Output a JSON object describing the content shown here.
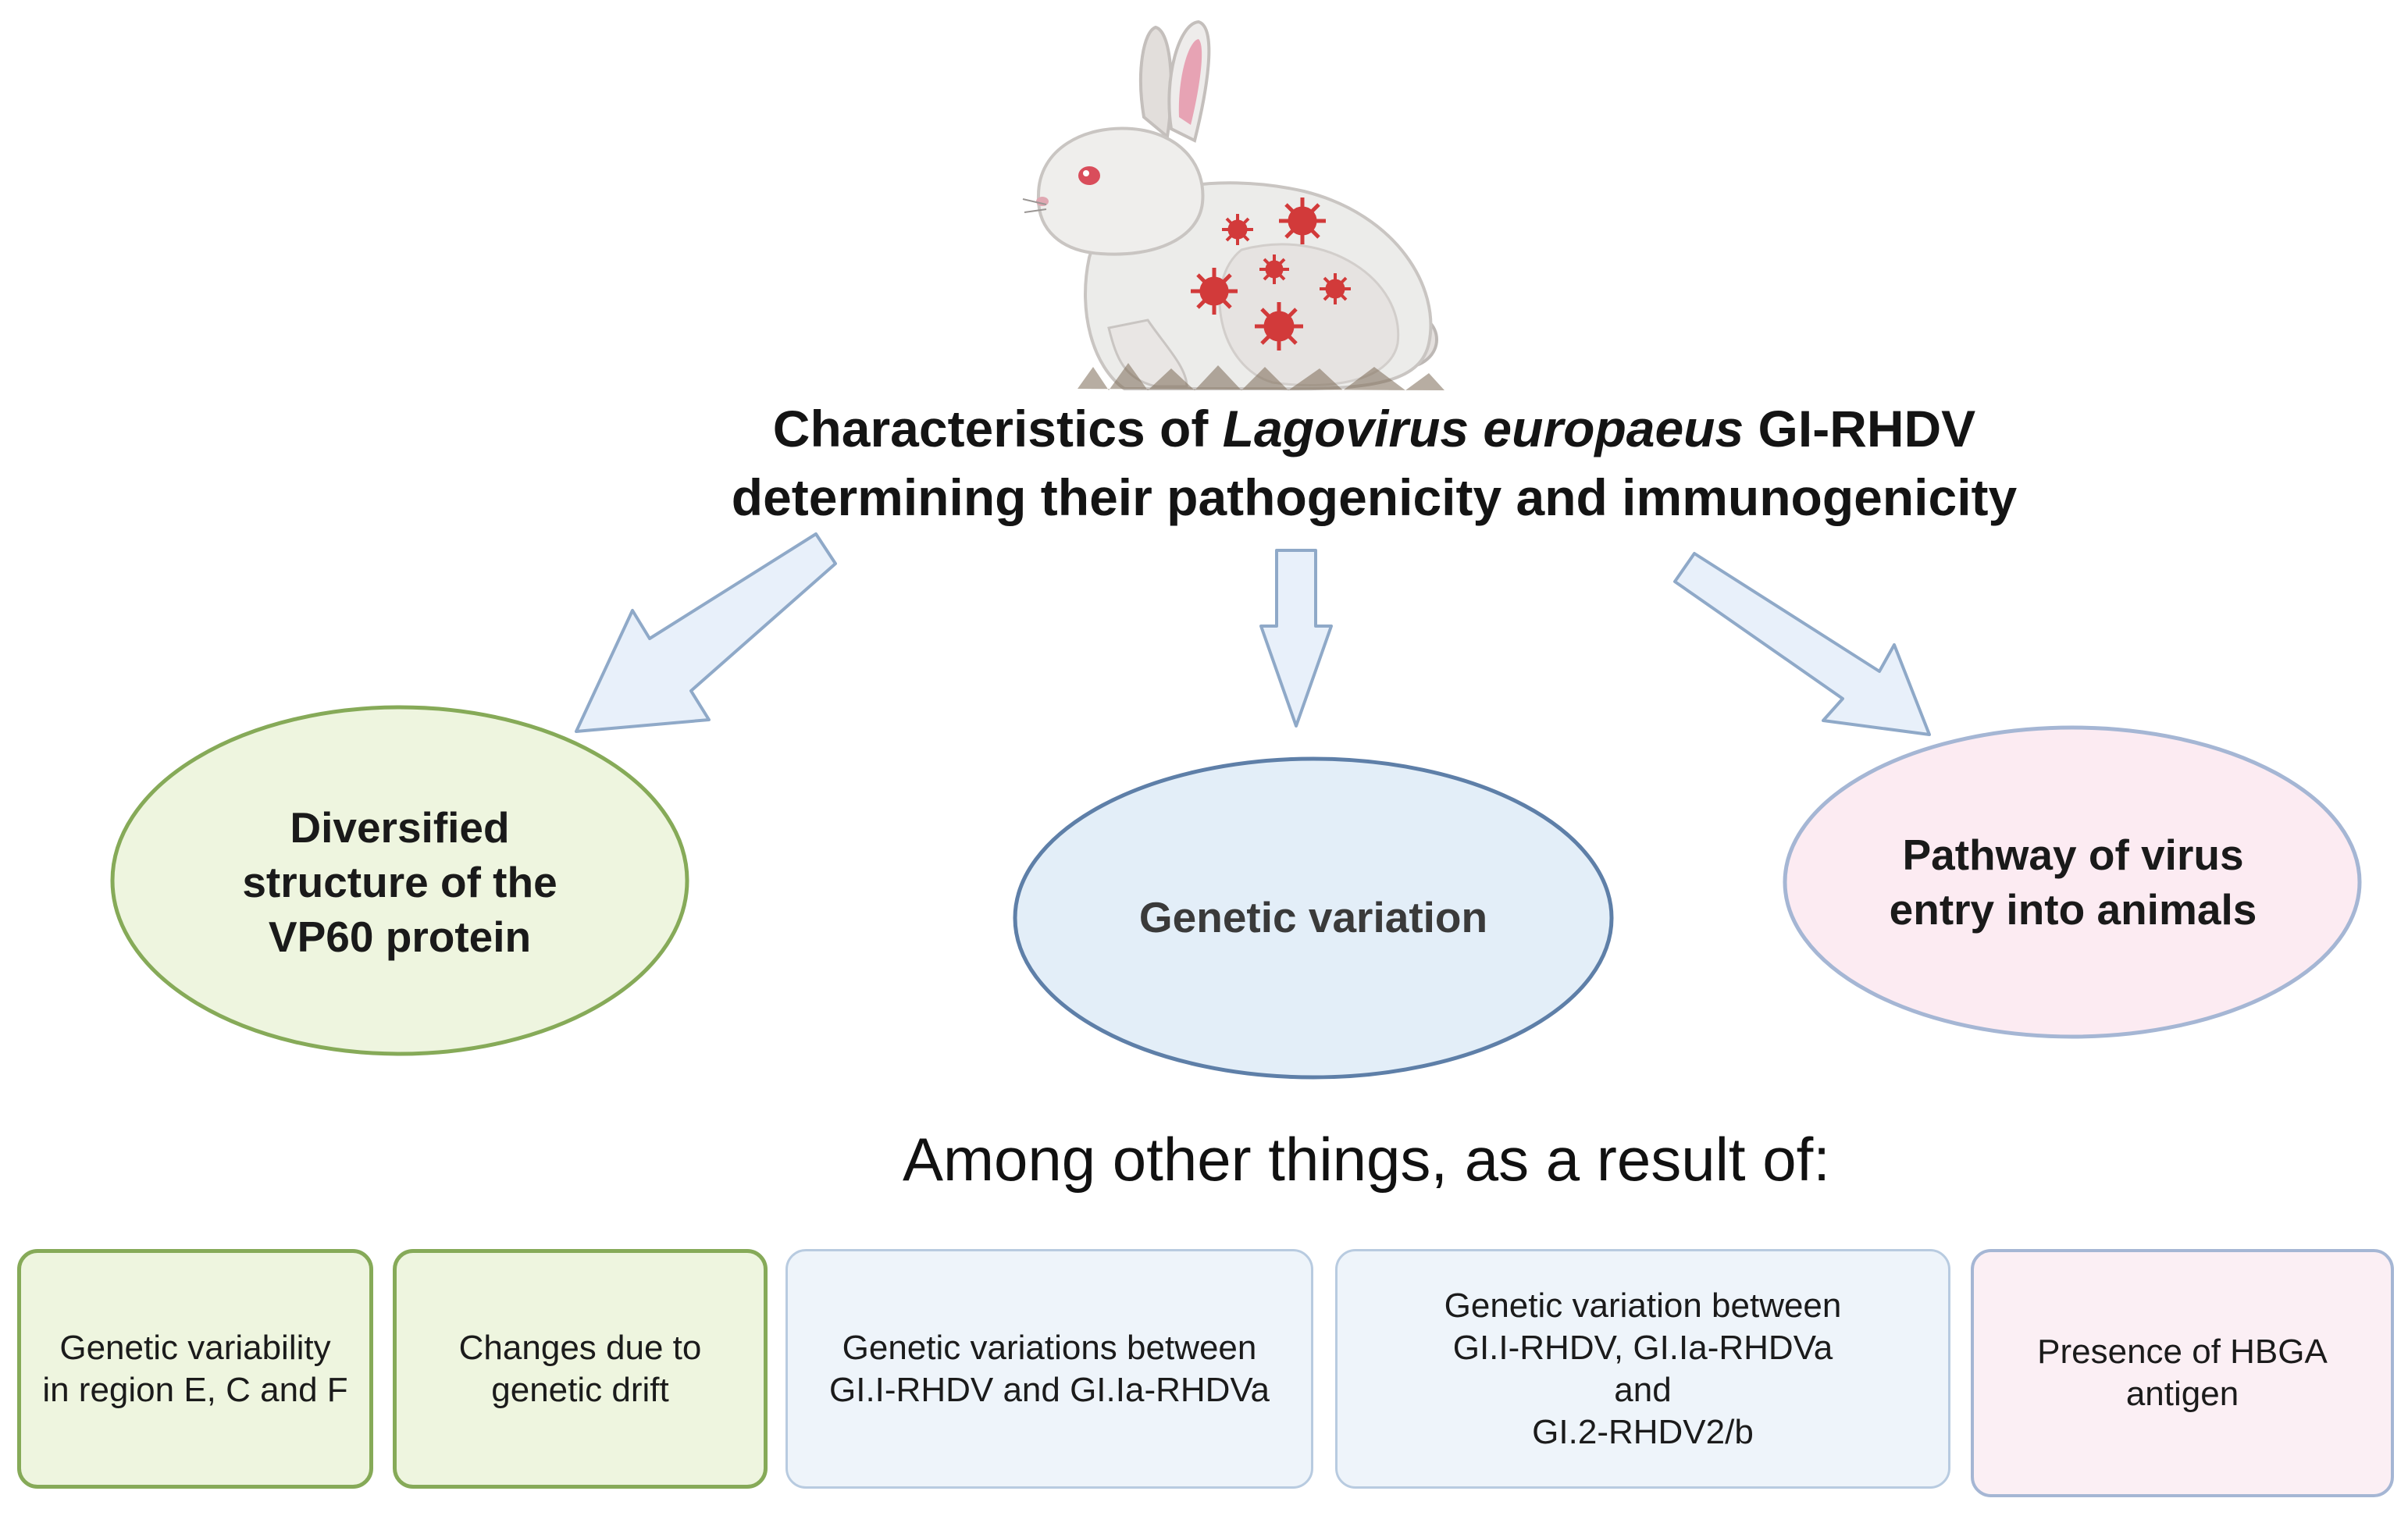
{
  "title": {
    "prefix": "Characteristics of ",
    "italic": "Lagovirus europaeus",
    "suffix": " GI-RHDV",
    "line2": "determining their pathogenicity and immunogenicity"
  },
  "categories": [
    {
      "label": "Diversified structure of the VP60 protein",
      "color": "#eef5df"
    },
    {
      "label": "Genetic variation",
      "color": "#e3eef8"
    },
    {
      "label": "Pathway of virus entry into animals",
      "color": "#fcebf2"
    }
  ],
  "subheading": "Among other things, as a result of:",
  "boxes": [
    {
      "lines": [
        "Genetic variability",
        "in region E, C and F"
      ]
    },
    {
      "lines": [
        "Changes due to",
        "genetic drift"
      ]
    },
    {
      "lines": [
        "Genetic variations between",
        "GI.I-RHDV and GI.Ia-RHDVa"
      ]
    },
    {
      "lines": [
        "Genetic variation between",
        "GI.I-RHDV, GI.Ia-RHDVa",
        "and",
        "GI.2-RHDV2/b"
      ]
    },
    {
      "lines": [
        "Presence of HBGA",
        "antigen"
      ]
    }
  ],
  "colors": {
    "green_border": "#86aa58",
    "blue_border": "#5e7fa8",
    "pink_border": "#a5b6d4",
    "arrow_fill": "#e8f0fa",
    "virus_red": "#d23a3a"
  },
  "icons": [
    "rabbit-illustration",
    "virus-icon"
  ]
}
